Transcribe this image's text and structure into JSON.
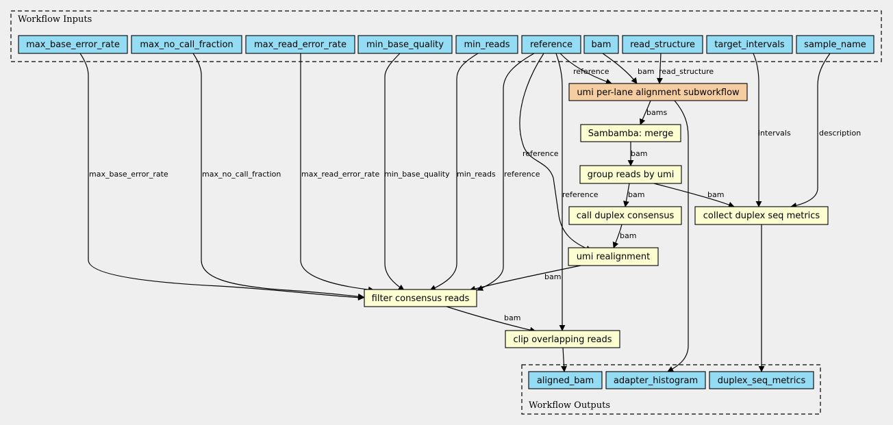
{
  "clusters": {
    "inputs_label": "Workflow Inputs",
    "outputs_label": "Workflow Outputs"
  },
  "colors": {
    "input_fill": "#94dcf3",
    "step_fill": "#fdfdd2",
    "subworkflow_fill": "#f6cda0",
    "background": "#efefef"
  },
  "nodes": {
    "max_base_error_rate": "max_base_error_rate",
    "max_no_call_fraction": "max_no_call_fraction",
    "max_read_error_rate": "max_read_error_rate",
    "min_base_quality": "min_base_quality",
    "min_reads": "min_reads",
    "reference": "reference",
    "bam": "bam",
    "read_structure": "read_structure",
    "target_intervals": "target_intervals",
    "sample_name": "sample_name",
    "umi_subworkflow": "umi per-lane alignment subworkflow",
    "sambamba_merge": "Sambamba: merge",
    "group_reads": "group reads by umi",
    "call_duplex": "call duplex consensus",
    "collect_metrics": "collect duplex seq metrics",
    "umi_realignment": "umi realignment",
    "filter_consensus": "filter consensus reads",
    "clip_overlapping": "clip overlapping reads",
    "aligned_bam": "aligned_bam",
    "adapter_histogram": "adapter_histogram",
    "duplex_seq_metrics": "duplex_seq_metrics"
  },
  "edges": {
    "max_base_error_rate": "max_base_error_rate",
    "max_no_call_fraction": "max_no_call_fraction",
    "max_read_error_rate": "max_read_error_rate",
    "min_base_quality": "min_base_quality",
    "min_reads": "min_reads",
    "reference_filter": "reference",
    "reference_realign": "reference",
    "reference_clip": "reference",
    "reference_sub": "reference",
    "bam_sub": "bam",
    "read_structure_sub": "read_structure",
    "bams": "bams",
    "merge_bam": "bam",
    "group_call_bam": "bam",
    "group_metrics_bam": "bam",
    "call_realign_bam": "bam",
    "realign_filter_bam": "bam",
    "filter_clip_bam": "bam",
    "intervals": "intervals",
    "description": "description"
  }
}
